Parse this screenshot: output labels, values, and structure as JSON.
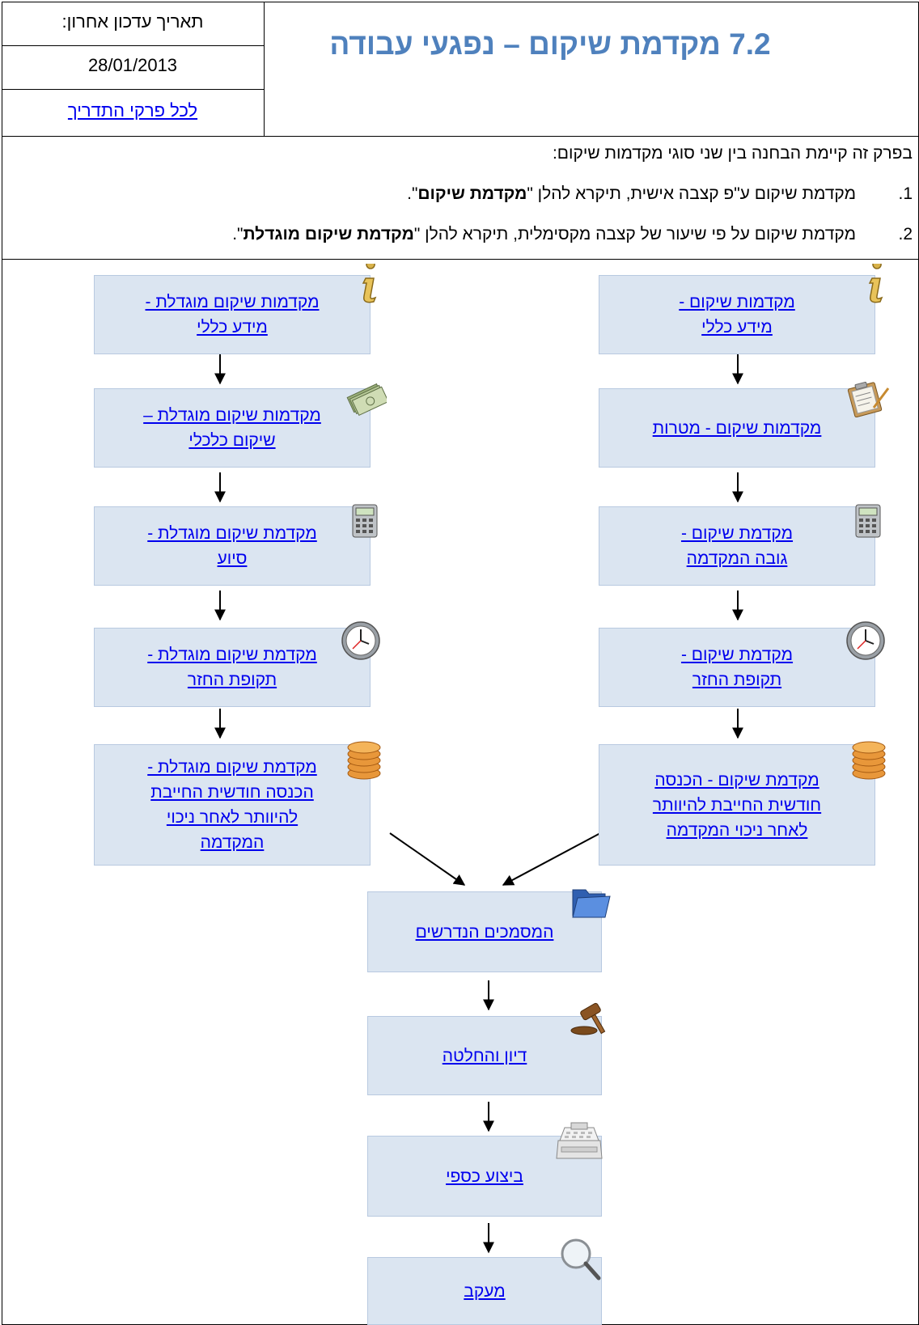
{
  "header": {
    "last_update_label": "תאריך עדכון אחרון:",
    "last_update_date": "28/01/2013",
    "all_chapters_link": "לכל פרקי התדריך",
    "title": "7.2 מקדמת שיקום – נפגעי עבודה"
  },
  "intro": {
    "text": "בפרק זה קיימת הבחנה בין שני סוגי מקדמות שיקום:",
    "items": [
      {
        "num": "1.",
        "before": "מקדמת שיקום ע\"פ קצבה אישית, תיקרא להלן \"",
        "bold": "מקדמת שיקום",
        "after": "\"."
      },
      {
        "num": "2.",
        "before": "מקדמת שיקום על פי שיעור של קצבה מקסימלית, תיקרא להלן \"",
        "bold": "מקדמת שיקום מוגדלת",
        "after": "\"."
      }
    ]
  },
  "flow": {
    "left_column": [
      {
        "label": "מקדמות שיקום מוגדלת -\nמידע כללי",
        "icon": "info-icon"
      },
      {
        "label": "מקדמות שיקום מוגדלת –\nשיקום כלכלי",
        "icon": "money-icon"
      },
      {
        "label": "מקדמת שיקום מוגדלת -\nסיוע",
        "icon": "calculator-icon"
      },
      {
        "label": "מקדמת שיקום מוגדלת -\nתקופת החזר",
        "icon": "clock-icon"
      },
      {
        "label": "מקדמת שיקום מוגדלת -\nהכנסה חודשית החייבת\nלהיוותר לאחר ניכוי\nהמקדמה",
        "icon": "coins-icon"
      }
    ],
    "right_column": [
      {
        "label": "מקדמות שיקום -\nמידע כללי",
        "icon": "info-icon"
      },
      {
        "label": "מקדמות שיקום - מטרות",
        "icon": "clipboard-icon"
      },
      {
        "label": "מקדמת שיקום -\nגובה המקדמה",
        "icon": "calculator-icon"
      },
      {
        "label": "מקדמת שיקום -\nתקופת החזר",
        "icon": "clock-icon"
      },
      {
        "label": "מקדמת שיקום - הכנסה\nחודשית החייבת להיוותר\nלאחר ניכוי המקדמה",
        "icon": "coins-icon"
      }
    ],
    "center_column": [
      {
        "label": "המסמכים הנדרשים",
        "icon": "folder-icon"
      },
      {
        "label": "דיון והחלטה",
        "icon": "gavel-icon"
      },
      {
        "label": "ביצוע כספי",
        "icon": "cash-register-icon"
      },
      {
        "label": "מעקב",
        "icon": "magnifier-icon"
      }
    ]
  },
  "colors": {
    "title": "#4f81bd",
    "box_fill": "#dbe5f1",
    "link": "#0000ee"
  }
}
